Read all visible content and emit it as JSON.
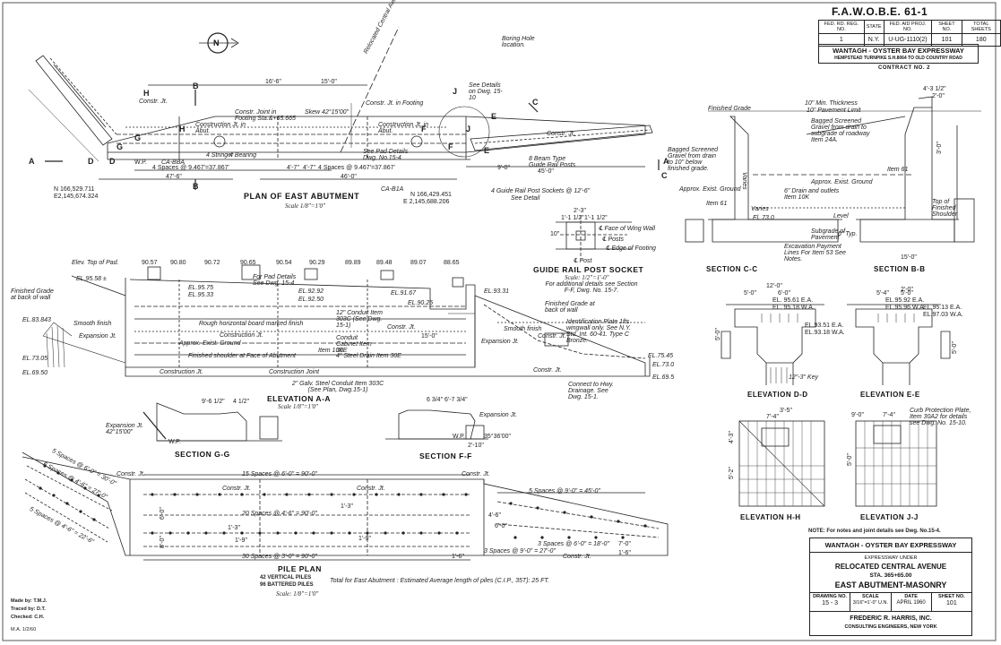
{
  "header": {
    "project_code": "F.A.W.O.B.E. 61-1",
    "table_headers": [
      "FED. RD. REG. NO.",
      "STATE",
      "FED. AID PROJ. NO.",
      "SHEET NO.",
      "TOTAL SHEETS"
    ],
    "table_values": [
      "1",
      "N.Y.",
      "U-UG-1110(2)",
      "101",
      "180"
    ],
    "expressway": "WANTAGH - OYSTER BAY EXPRESSWAY",
    "route_desc": "HEMPSTEAD TURNPIKE S.H.8064 TO OLD COUNTRY ROAD",
    "contract": "CONTRACT NO. 2"
  },
  "north_arrow": "N",
  "plan": {
    "title": "PLAN OF EAST ABUTMENT",
    "scale": "Scale 1/8\"=1'0\"",
    "road_label": "Relocated Central Avenue",
    "boring_note": "Boring Hole location.",
    "coord_left_n": "N 166,529.711",
    "coord_left_e": "E2,145,674.324",
    "coord_center_n": "N 166,429.451",
    "coord_center_e": "E 2,145,688.206",
    "dims": [
      "16'-6\"",
      "15'-0\"",
      "4 Spaces @ 9.467'=37.867'",
      "4 Spaces @ 9.467'=37.867'",
      "47'-6\"",
      "46'-0\"",
      "45'-0\"",
      "4'-7\"",
      "4'-7\"",
      "9'-0\""
    ],
    "notes": [
      "Constr. Jt.",
      "Constr. Joint in Footing Sta.&+65.665",
      "Construction Jt. in Abut.",
      "Constr. Jt. in Footing",
      "Construction Jt. in Abut.",
      "Skew 42°15'00\"",
      "See Pad Details Dwg. No.15-4",
      "See Details on Dwg. 15-10",
      "Constr. Jt.",
      "4 Guide Rail Post Sockets @ 12'-6\"",
      "See Detail",
      "8 Beam Type Guide Rail Posts",
      "4 Stringer",
      "4 Bearing",
      "CA-BBA",
      "CA-B1A"
    ],
    "markers": [
      "A",
      "A",
      "B",
      "B",
      "C",
      "C",
      "D",
      "D",
      "E",
      "E",
      "F",
      "F",
      "G",
      "G",
      "H",
      "H",
      "J",
      "J",
      "W.P."
    ]
  },
  "socket": {
    "title": "GUIDE RAIL POST SOCKET",
    "scale": "Scale: 1/2\"=1'-0\"",
    "note": "For additional details see Section F-F, Dwg. No. 15-7.",
    "labels": [
      "2'-3\"",
      "1'-1 1/2\"",
      "1'-1 1/2\"",
      "10\"",
      "℄ Face of Wing Wall",
      "℄ Posts",
      "℄ Edge of Footing",
      "℄ Post"
    ]
  },
  "sections_right": {
    "section_cc": "SECTION C-C",
    "section_bb": "SECTION B-B",
    "notes": [
      "Finished Grade",
      "10\" Min. Thickness",
      "10\" Pavement Limit",
      "Bagged Screened Gravel from drain to subgrade of roadway Item 24A.",
      "Bagged Screened Gravel from drain to 10\" below finished grade.",
      "Approx. Exist. Ground",
      "6\" Drain and outlets Item 10K",
      "Subgrade of Pavement",
      "Excavation Payment Lines For Item 53 See Notes.",
      "Top of Finished Shoulder",
      "Approx. Exist. Ground",
      "Level",
      "Varies",
      "Varies",
      "Item 61",
      "Item 61",
      "El. 73.0",
      "6\" Typ.",
      "4'-3 1/2\"",
      "2'-0\"",
      "3'-0\"",
      "15'-0\""
    ]
  },
  "elevation_aa": {
    "title": "ELEVATION A-A",
    "scale": "Scale 1/8\"=1'0\"",
    "top_elevs": [
      "90.57",
      "90.80",
      "90.72",
      "90.65",
      "90.54",
      "90.29",
      "89.89",
      "89.48",
      "89.07",
      "88.65"
    ],
    "left_labels": [
      "Elev. Top of Pad.",
      "EL.95.58 ±",
      "Finished Grade at back of wall",
      "EL.83.843",
      "Smooth finish",
      "Expansion Jt.",
      "EL.73.05",
      "EL.69.50"
    ],
    "notes": [
      "EL.95.75",
      "EL.95.33",
      "For Pad Details See Dwg. 15-4",
      "EL.92.92",
      "EL.92.50",
      "EL.91.67",
      "EL.93.31",
      "EL.90.25",
      "Rough horizontal board marked finish",
      "Construction Jt.",
      "Constr. Jt.",
      "12\" Conduit Item 303C (See Dwg. 15-1)",
      "Approx. Exist. Ground",
      "Finished shoulder at Face of Abutment",
      "Item 10K",
      "4\" Steel Drain Item 30E",
      "Conduit Cabinet Item 30E",
      "Construction Jt.",
      "Construction Joint",
      "2\" Galv. Steel Conduit Item 303C (See Plan, Dwg.15-1)",
      "15'-0\"",
      "Constr. Jt.",
      "Expansion Jt.",
      "Smooth finish",
      "Finished Grade at back of wall",
      "Identification Plate 1fts wingwall only. See N.Y. Std. Int. 60-41. Type C Bronze.",
      "Constr. Jt.",
      "EL.75.45",
      "EL.73.0",
      "EL.69.5",
      "Connect to Hwy. Drainage. See Dwg. 15-1."
    ]
  },
  "section_gg": {
    "title": "SECTION G-G",
    "labels": [
      "9'-6 1/2\"",
      "4 1/2\"",
      "Expansion Jt. 42°15'00\"",
      "W.P."
    ]
  },
  "section_ff": {
    "title": "SECTION F-F",
    "labels": [
      "6 3/4\"",
      "6'-7 3/4\"",
      "Expansion Jt.",
      "W.P.",
      "2'-10\"",
      "35°36'00\""
    ]
  },
  "elevations_right": {
    "dd": "ELEVATION D-D",
    "ee": "ELEVATION E-E",
    "hh": "ELEVATION H-H",
    "jj": "ELEVATION J-J",
    "labels": [
      "12'-0\"",
      "5'-0\"",
      "6'-0\"",
      "EL. 95.61 E.A.",
      "EL. 95.18 W.A.",
      "EL.93.51 E.A.",
      "EL.93.18 W.A.",
      "12\"-3\" Key",
      "5'-4\"",
      "5'-0\"",
      "EL.95.92 E.A.",
      "EL.95.96 W.A.",
      "EL.95.13 E.A.",
      "EL.97.03 W.A.",
      "5'-0\"",
      "2'-0\"",
      "5'-0\"",
      "3'-5\"",
      "4'-3\"",
      "5'-2\"",
      "7'-4\"",
      "7'-4\"",
      "Curb Protection Plate, Item 30A2 for details see Dwg. No. 15-10.",
      "9'-0\"",
      "5'-0\""
    ],
    "note": "NOTE: For notes and joint details see Dwg. No.15-4."
  },
  "pile_plan": {
    "title": "PILE PLAN",
    "vertical": "42 VERTICAL PILES",
    "battered": "96 BATTERED PILES",
    "scale": "Scale: 1/8\"=1'0\"",
    "total_note": "Total for East Abutment : Estimated Average length of piles (C.I.P., 35T): 25 FT.",
    "dims": [
      "15 Spaces @ 6'-0\" = 90'-0\"",
      "20 Spaces @ 4'-6\" = 90'-0\"",
      "30 Spaces @ 3'-0\" = 90'-0\"",
      "5 Spaces @ 9'-0\" = 45'-0\"",
      "3 Spaces @ 6'-0\" = 18'-0\"",
      "3 Spaces @ 9'-0\" = 27'-0\"",
      "5 Spaces @ 6'-0\" = 30'-0\"",
      "6 Spaces @ 4'-6\" = 27'-0\"",
      "5 Spaces @ 4'-6\" = 22'-6\"",
      "4'-6\"",
      "6'-0\"",
      "7'-0\"",
      "6'-0\"",
      "8'-0\"",
      "1'-3\"",
      "1'-3\"",
      "1'-9\"",
      "1'-9\"",
      "1'-6\"",
      "1'-6\""
    ],
    "notes": [
      "Constr. Jt.",
      "Constr. Jt.",
      "Constr. Jt.",
      "Constr. Jt.",
      "Constr. Jt."
    ]
  },
  "title_block": {
    "expressway": "WANTAGH - OYSTER BAY EXPRESSWAY",
    "line1": "EXPRESSWAY UNDER",
    "line2": "RELOCATED CENTRAL AVENUE",
    "line3": "STA. 365+65.00",
    "line4": "EAST ABUTMENT-MASONRY",
    "cell_headers": [
      "DRAWING NO.",
      "SCALE",
      "DATE",
      "SHEET NO."
    ],
    "cell_values": [
      "15 - 3",
      "3/16\"=1'-0\" U.N.",
      "APRIL 1960",
      "101"
    ],
    "firm": "FREDERIC R. HARRIS, INC.",
    "firm_sub": "CONSULTING ENGINEERS, NEW YORK"
  },
  "stamps": {
    "made": "Made by: T.M.J.",
    "traced": "Traced by: D.T.",
    "checked": "Checked: C.H.",
    "misc": "M.A. 1/2/60"
  }
}
